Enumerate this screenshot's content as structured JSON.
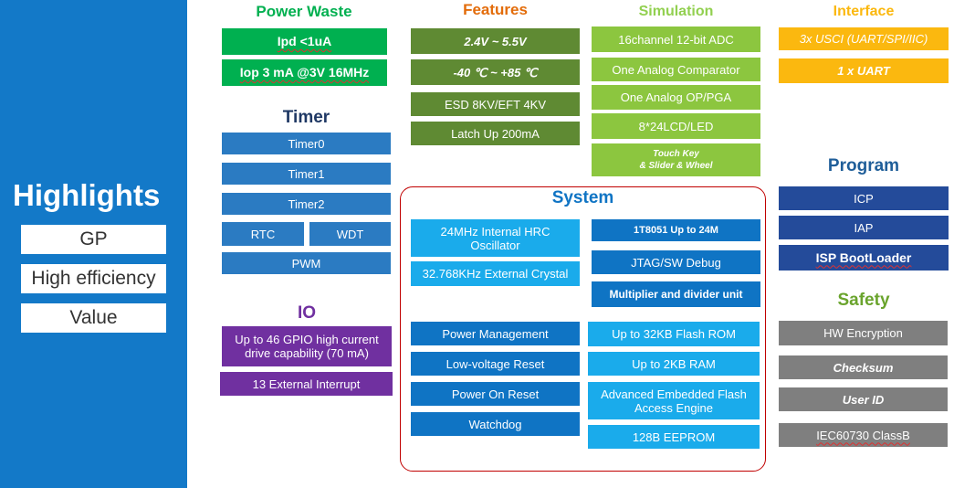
{
  "highlights": {
    "title": "Highlights",
    "items": [
      "GP",
      "High efficiency",
      "Value"
    ]
  },
  "power_waste": {
    "title": "Power Waste",
    "items": [
      "Ipd <1uA",
      "Iop 3 mA @3V 16MHz"
    ]
  },
  "timer": {
    "title": "Timer",
    "items": [
      "Timer0",
      "Timer1",
      "Timer2",
      "RTC",
      "WDT",
      "PWM"
    ]
  },
  "io": {
    "title": "IO",
    "items": [
      "Up to 46 GPIO high current drive capability (70 mA)",
      "13  External Interrupt"
    ]
  },
  "features": {
    "title": "Features",
    "items": [
      "2.4V ~  5.5V",
      "-40 ℃ ~ +85 ℃",
      "ESD 8KV/EFT 4KV",
      "Latch Up 200mA"
    ]
  },
  "simulation": {
    "title": "Simulation",
    "items": [
      "16channel 12-bit ADC",
      "One Analog Comparator",
      "One Analog OP/PGA",
      "8*24LCD/LED",
      "Touch Key\n& Slider & Wheel"
    ]
  },
  "interface": {
    "title": "Interface",
    "items": [
      "3x USCI  (UART/SPI/IIC)",
      "1 x UART"
    ]
  },
  "system": {
    "title": "System",
    "left": [
      "24MHz Internal HRC Oscillator",
      "32.768KHz External  Crystal",
      "Power Management",
      "Low-voltage Reset",
      "Power On Reset",
      "Watchdog"
    ],
    "right": [
      "1T8051 Up to 24M",
      "JTAG/SW Debug",
      "Multiplier and divider unit",
      "Up to 32KB Flash ROM",
      "Up to 2KB RAM",
      "Advanced Embedded Flash Access Engine",
      "128B EEPROM"
    ]
  },
  "program": {
    "title": "Program",
    "items": [
      "ICP",
      "IAP",
      "ISP BootLoader"
    ]
  },
  "safety": {
    "title": "Safety",
    "items": [
      "HW Encryption",
      "Checksum",
      "User ID",
      "IEC60730 ClassB"
    ]
  },
  "colors": {
    "highlights_bg": "#1379c8",
    "power_waste": "#00b050",
    "features": "#e36c0a",
    "simulation": "#92d050",
    "interface": "#fbb80f",
    "timer": "#1f3864",
    "io": "#7030a0",
    "system_title": "#0f74c4",
    "system_border": "#c00000",
    "program": "#1f5e99",
    "safety": "#6aa42d"
  }
}
